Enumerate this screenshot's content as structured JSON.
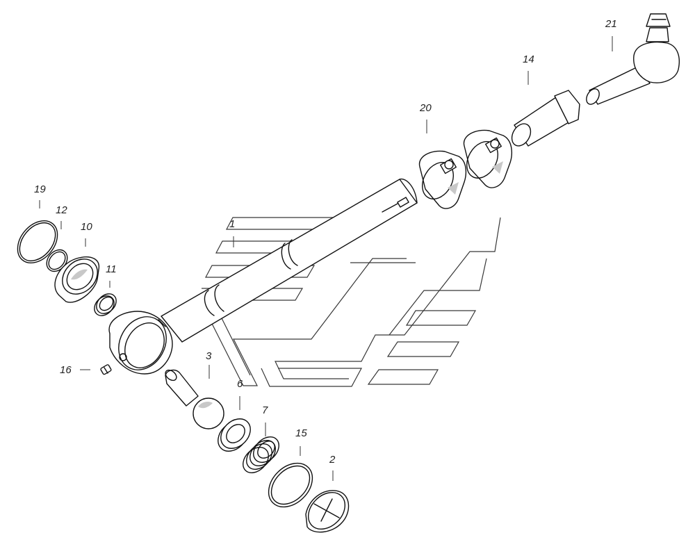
{
  "labels": {
    "l1": "1",
    "l2": "2",
    "l3": "3",
    "l6": "6",
    "l7": "7",
    "l10": "10",
    "l11": "11",
    "l12": "12",
    "l14": "14",
    "l15": "15",
    "l16": "16",
    "l19": "19",
    "l20": "20",
    "l21": "21"
  }
}
